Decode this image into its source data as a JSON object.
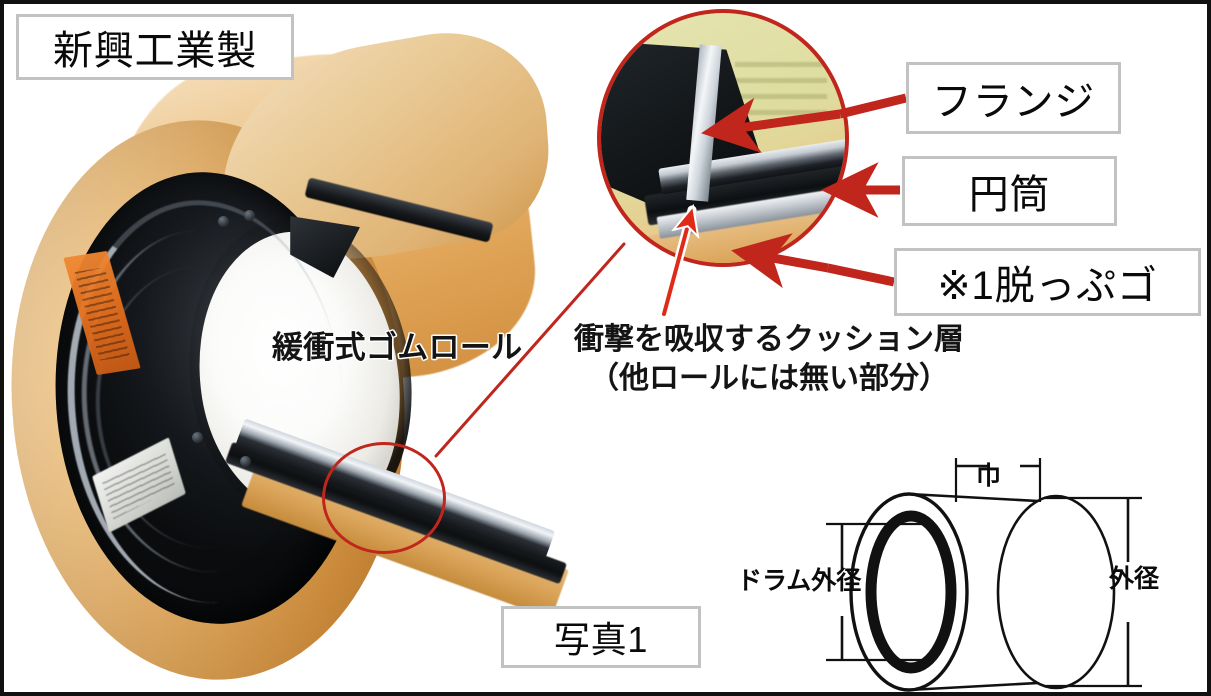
{
  "document": {
    "kind": "product-photo-figure",
    "language": "ja"
  },
  "title_box": {
    "label": "新興工業製"
  },
  "photo": {
    "caption": "写真1",
    "product_annotation": "緩衝式ゴムロール",
    "cushion_note": {
      "line1": "衝撃を吸収するクッション層",
      "line2": "（他ロールには無い部分）"
    }
  },
  "callouts": [
    {
      "id": "flange",
      "label": "フランジ"
    },
    {
      "id": "cylinder",
      "label": "円筒"
    },
    {
      "id": "grommet",
      "label": "※1脱っぷゴ"
    }
  ],
  "dimension_diagram": {
    "width_label": "巾",
    "drum_outer_diameter_label": "ドラム外径",
    "outer_diameter_label": "外径"
  },
  "colors": {
    "accent_red": "#c0261c",
    "box_border": "#c2c2c2",
    "frame": "#111111",
    "rubber_tan": "#e0a95f",
    "drum_black": "#15181c",
    "text": "#0a0a0a"
  },
  "icons": {
    "detail_circle": "magnifier-circle",
    "leader_line": "leader-line",
    "arrow": "arrow-left"
  }
}
